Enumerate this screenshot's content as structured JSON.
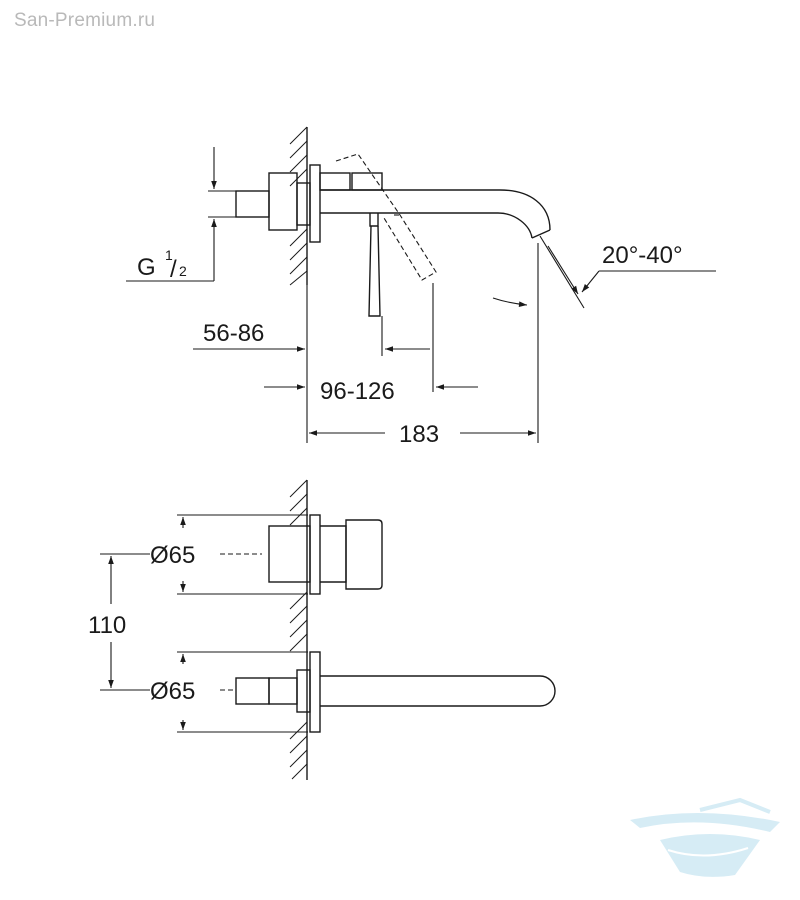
{
  "watermark": {
    "text": "San-Premium.ru"
  },
  "side_view": {
    "thread_label": {
      "main": "G",
      "num": "1",
      "den": "2"
    },
    "angle_label": "20°-40°",
    "wall_depth_label": "56-86",
    "lever_offset_label": "96-126",
    "projection_label": "183"
  },
  "front_view": {
    "upper_diameter_label": "Ø65",
    "lower_diameter_label": "Ø65",
    "spacing_label": "110"
  },
  "colors": {
    "line": "#1a1a1a",
    "watermark_text": "#b9b9b9",
    "logo": "#d6ecf5"
  }
}
